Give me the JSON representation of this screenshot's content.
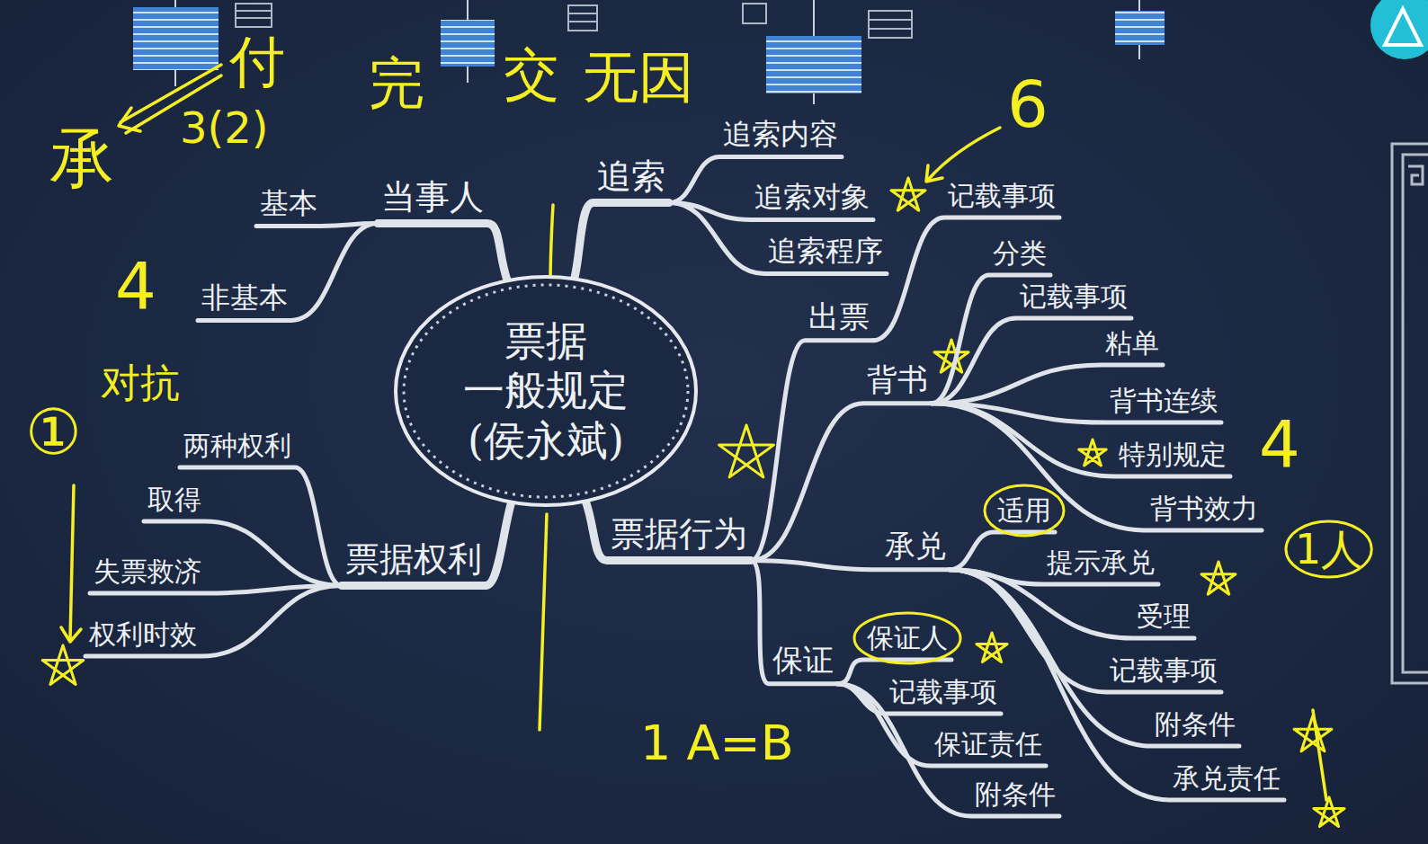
{
  "diagram": {
    "nodes": [
      {
        "text": [
          "票据 一般规定 (侯永斌)"
        ]
      },
      {
        "text": [
          "当事人"
        ]
      },
      {
        "text": [
          "基本"
        ]
      },
      {
        "text": [
          "非基本"
        ]
      },
      {
        "text": [
          "追索"
        ]
      },
      {
        "text": [
          "追索内容"
        ]
      },
      {
        "text": [
          "追索对象"
        ]
      },
      {
        "text": [
          "追索程序"
        ]
      },
      {
        "text": [
          "票据行为"
        ]
      },
      {
        "text": [
          "出票"
        ]
      },
      {
        "text": [
          "记载事项"
        ]
      },
      {
        "text": [
          "背书"
        ]
      },
      {
        "text": [
          "分类"
        ]
      },
      {
        "text": [
          "记载事项"
        ]
      },
      {
        "text": [
          "粘单"
        ]
      },
      {
        "text": [
          "背书连续"
        ]
      },
      {
        "text": [
          "特别规定"
        ]
      },
      {
        "text": [
          "背书效力"
        ]
      },
      {
        "text": [
          "承兑"
        ]
      },
      {
        "text": [
          "适用"
        ]
      },
      {
        "text": [
          "提示承兑"
        ]
      },
      {
        "text": [
          "受理"
        ]
      },
      {
        "text": [
          "记载事项"
        ]
      },
      {
        "text": [
          "附条件"
        ]
      },
      {
        "text": [
          "承兑责任"
        ]
      },
      {
        "text": [
          "保证"
        ]
      },
      {
        "text": [
          "保证人"
        ]
      },
      {
        "text": [
          "记载事项"
        ]
      },
      {
        "text": [
          "保证责任"
        ]
      },
      {
        "text": [
          "附条件"
        ]
      },
      {
        "text": [
          "票据权利"
        ]
      },
      {
        "text": [
          "两种权利"
        ]
      },
      {
        "text": [
          "取得"
        ]
      },
      {
        "text": [
          "失票救济"
        ]
      },
      {
        "text": [
          "权利时效"
        ]
      }
    ],
    "edges": [
      {
        "from": 0,
        "to": 1,
        "arrow": "none"
      },
      {
        "from": 1,
        "to": 2,
        "arrow": "none"
      },
      {
        "from": 1,
        "to": 3,
        "arrow": "none"
      },
      {
        "from": 0,
        "to": 4,
        "arrow": "none"
      },
      {
        "from": 4,
        "to": 5,
        "arrow": "none"
      },
      {
        "from": 4,
        "to": 6,
        "arrow": "none"
      },
      {
        "from": 4,
        "to": 7,
        "arrow": "none"
      },
      {
        "from": 0,
        "to": 8,
        "arrow": "none"
      },
      {
        "from": 8,
        "to": 9,
        "arrow": "none"
      },
      {
        "from": 9,
        "to": 10,
        "arrow": "none"
      },
      {
        "from": 8,
        "to": 11,
        "arrow": "none"
      },
      {
        "from": 11,
        "to": 12,
        "arrow": "none"
      },
      {
        "from": 11,
        "to": 13,
        "arrow": "none"
      },
      {
        "from": 11,
        "to": 14,
        "arrow": "none"
      },
      {
        "from": 11,
        "to": 15,
        "arrow": "none"
      },
      {
        "from": 11,
        "to": 16,
        "arrow": "none"
      },
      {
        "from": 11,
        "to": 17,
        "arrow": "none"
      },
      {
        "from": 8,
        "to": 18,
        "arrow": "none"
      },
      {
        "from": 18,
        "to": 19,
        "arrow": "none"
      },
      {
        "from": 18,
        "to": 20,
        "arrow": "none"
      },
      {
        "from": 18,
        "to": 21,
        "arrow": "none"
      },
      {
        "from": 18,
        "to": 22,
        "arrow": "none"
      },
      {
        "from": 18,
        "to": 23,
        "arrow": "none"
      },
      {
        "from": 18,
        "to": 24,
        "arrow": "none"
      },
      {
        "from": 8,
        "to": 25,
        "arrow": "none"
      },
      {
        "from": 25,
        "to": 26,
        "arrow": "none"
      },
      {
        "from": 25,
        "to": 27,
        "arrow": "none"
      },
      {
        "from": 25,
        "to": 28,
        "arrow": "none"
      },
      {
        "from": 25,
        "to": 29,
        "arrow": "none"
      },
      {
        "from": 0,
        "to": 30,
        "arrow": "none"
      },
      {
        "from": 30,
        "to": 31,
        "arrow": "none"
      },
      {
        "from": 30,
        "to": 32,
        "arrow": "none"
      },
      {
        "from": 30,
        "to": 33,
        "arrow": "none"
      },
      {
        "from": 30,
        "to": 34,
        "arrow": "none"
      }
    ],
    "labels": [
      "承",
      "付",
      "3(2)",
      "完",
      "交",
      "无因",
      "4",
      "①",
      "对抗",
      "6",
      "4",
      "1人",
      "1 A=B"
    ]
  }
}
